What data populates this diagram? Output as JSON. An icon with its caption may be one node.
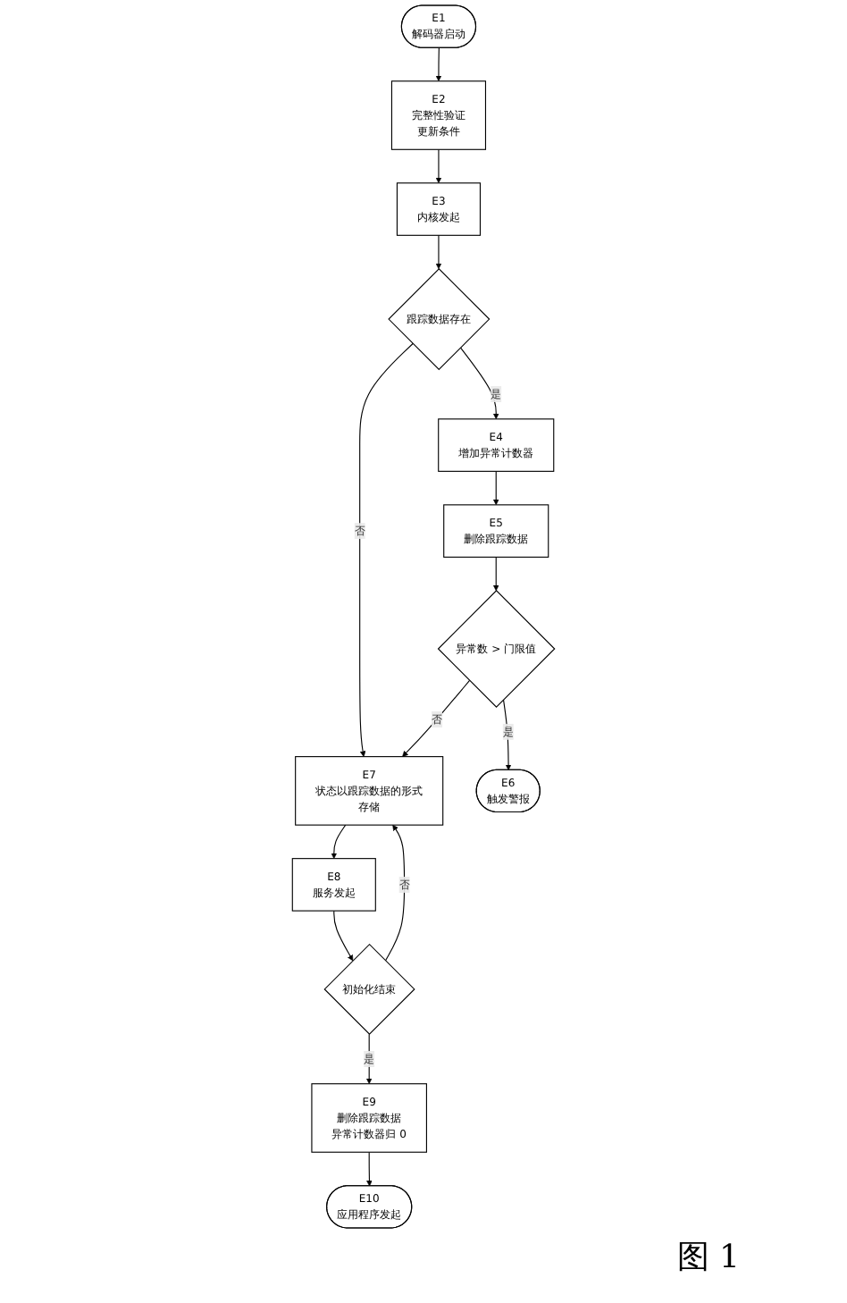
{
  "diagram": {
    "nodes": [
      {
        "text": [
          "E1",
          "解码器启动"
        ]
      },
      {
        "text": [
          "E2",
          "完整性验证",
          "更新条件"
        ]
      },
      {
        "text": [
          "E3",
          "内核发起"
        ]
      },
      {
        "text": [
          "跟踪数据存在"
        ]
      },
      {
        "text": [
          "E7",
          "状态以跟踪数据的形式存储"
        ]
      },
      {
        "text": [
          "E4",
          "增加异常计数器"
        ]
      },
      {
        "text": [
          "E8",
          "服务发起"
        ]
      },
      {
        "text": [
          "E5",
          "删除跟踪数据"
        ]
      },
      {
        "text": [
          "初始化结束"
        ]
      },
      {
        "text": [
          "异常数 > 门限值"
        ]
      },
      {
        "text": [
          "E9",
          "删除跟踪数据",
          "异常计数器归 0"
        ]
      },
      {
        "text": [
          "E6",
          "触发警报"
        ]
      },
      {
        "text": [
          "E10",
          "应用程序发起"
        ]
      }
    ],
    "edges": [
      {
        "from": 0,
        "to": 1,
        "arrow": "to"
      },
      {
        "from": 1,
        "to": 2,
        "arrow": "to"
      },
      {
        "from": 2,
        "to": 3,
        "arrow": "to"
      },
      {
        "from": 3,
        "to": 5,
        "arrow": "to",
        "label": "是"
      },
      {
        "from": 3,
        "to": 4,
        "arrow": "to",
        "label": "否"
      },
      {
        "from": 5,
        "to": 7,
        "arrow": "to"
      },
      {
        "from": 7,
        "to": 9,
        "arrow": "to"
      },
      {
        "from": 9,
        "to": 11,
        "arrow": "to",
        "label": "是"
      },
      {
        "from": 9,
        "to": 4,
        "arrow": "to",
        "label": "否"
      },
      {
        "from": 4,
        "to": 6,
        "arrow": "to"
      },
      {
        "from": 6,
        "to": 8,
        "arrow": "to"
      },
      {
        "from": 8,
        "to": 10,
        "arrow": "to",
        "label": "是"
      },
      {
        "from": 8,
        "to": 4,
        "arrow": "to",
        "label": "否"
      },
      {
        "from": 10,
        "to": 12,
        "arrow": "to"
      }
    ],
    "labels": [
      "图 1"
    ]
  }
}
